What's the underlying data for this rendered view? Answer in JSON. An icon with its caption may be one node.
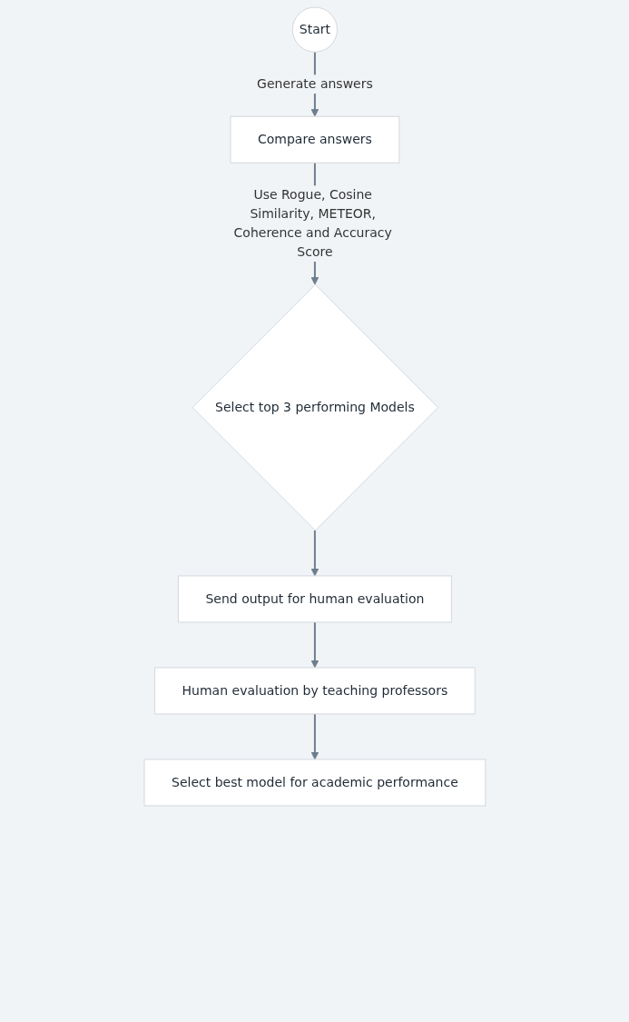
{
  "diagram": {
    "nodes": [
      {
        "text": [
          "Start"
        ]
      },
      {
        "text": [
          "Compare answers"
        ]
      },
      {
        "text": [
          "Select top 3 performing Models"
        ]
      },
      {
        "text": [
          "Send output for human evaluation"
        ]
      },
      {
        "text": [
          "Human evaluation by teaching professors"
        ]
      },
      {
        "text": [
          "Select best model for academic performance"
        ]
      }
    ],
    "edges": [
      {
        "from": 0,
        "to": 1,
        "arrow": "to",
        "label": "Generate answers"
      },
      {
        "from": 1,
        "to": 2,
        "arrow": "to",
        "label": "Use Rogue, Cosine Similarity, METEOR, Coherence and Accuracy Score"
      },
      {
        "from": 2,
        "to": 3,
        "arrow": "to"
      },
      {
        "from": 3,
        "to": 4,
        "arrow": "to"
      },
      {
        "from": 4,
        "to": 5,
        "arrow": "to"
      }
    ]
  }
}
